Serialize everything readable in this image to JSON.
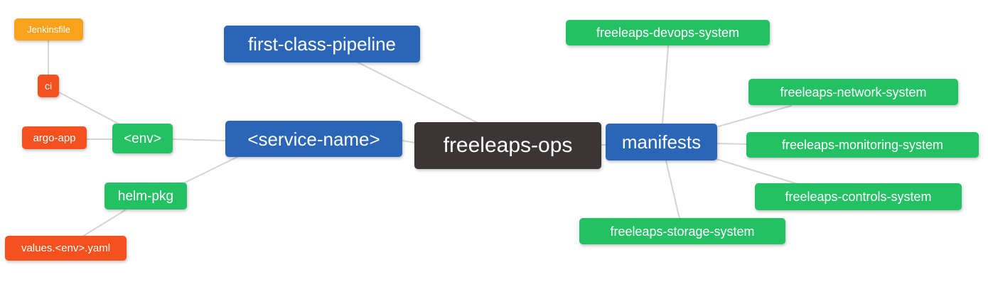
{
  "app": {
    "type": "mind-map",
    "background": "#FFFFFF"
  },
  "colors": {
    "root_node": "#3B3535",
    "branch_node": "#2A65B7",
    "green_leaf": "#23C163",
    "orange_leaf": "#FAA21B",
    "red_leaf": "#F4511E",
    "connector": "#D4D4D4",
    "node_text": "#FFFFFF"
  },
  "nodes": {
    "freeleaps_ops": {
      "label": "freeleaps-ops",
      "color": "#3B3535"
    },
    "first_class_pipeline": {
      "label": "first-class-pipeline",
      "color": "#2A65B7"
    },
    "service_name": {
      "label": "<service-name>",
      "color": "#2A65B7"
    },
    "manifests": {
      "label": "manifests",
      "color": "#2A65B7"
    },
    "env": {
      "label": "<env>",
      "color": "#23C163"
    },
    "helm_pkg": {
      "label": "helm-pkg",
      "color": "#23C163"
    },
    "jenkinsfile": {
      "label": "Jenkinsfile",
      "color": "#FAA21B"
    },
    "ci": {
      "label": "ci",
      "color": "#F4511E"
    },
    "argo_app": {
      "label": "argo-app",
      "color": "#F4511E"
    },
    "values_env_yaml": {
      "label": "values.<env>.yaml",
      "color": "#F4511E"
    },
    "devops_system": {
      "label": "freeleaps-devops-system",
      "color": "#23C163"
    },
    "network_system": {
      "label": "freeleaps-network-system",
      "color": "#23C163"
    },
    "monitoring_system": {
      "label": "freeleaps-monitoring-system",
      "color": "#23C163"
    },
    "controls_system": {
      "label": "freeleaps-controls-system",
      "color": "#23C163"
    },
    "storage_system": {
      "label": "freeleaps-storage-system",
      "color": "#23C163"
    }
  },
  "edges": [
    {
      "from": "jenkinsfile",
      "to": "ci"
    },
    {
      "from": "ci",
      "to": "env"
    },
    {
      "from": "argo_app",
      "to": "env"
    },
    {
      "from": "env",
      "to": "service_name"
    },
    {
      "from": "helm_pkg",
      "to": "service_name"
    },
    {
      "from": "values_env_yaml",
      "to": "helm_pkg"
    },
    {
      "from": "first_class_pipeline",
      "to": "freeleaps_ops"
    },
    {
      "from": "service_name",
      "to": "freeleaps_ops"
    },
    {
      "from": "freeleaps_ops",
      "to": "manifests"
    },
    {
      "from": "manifests",
      "to": "devops_system"
    },
    {
      "from": "manifests",
      "to": "network_system"
    },
    {
      "from": "manifests",
      "to": "monitoring_system"
    },
    {
      "from": "manifests",
      "to": "controls_system"
    },
    {
      "from": "manifests",
      "to": "storage_system"
    }
  ]
}
